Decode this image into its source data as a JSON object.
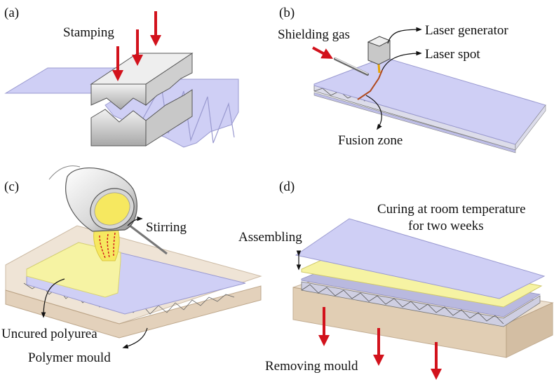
{
  "panels": {
    "a": {
      "tag": "(a)",
      "labels": {
        "stamping": "Stamping"
      }
    },
    "b": {
      "tag": "(b)",
      "labels": {
        "shielding_gas": "Shielding gas",
        "laser_generator": "Laser generator",
        "laser_spot": "Laser spot",
        "fusion_zone": "Fusion zone"
      }
    },
    "c": {
      "tag": "(c)",
      "labels": {
        "stirring": "Stirring",
        "uncured_polyurea": "Uncured polyurea",
        "polymer_mould": "Polymer mould"
      }
    },
    "d": {
      "tag": "(d)",
      "labels": {
        "curing_line1": "Curing at room temperature",
        "curing_line2": "for two weeks",
        "assembling": "Assembling",
        "removing_mould": "Removing mould"
      }
    }
  },
  "colors": {
    "sheet": "#cfcff5",
    "sheet_edge": "#9a9ad0",
    "arrow_red": "#d2121c",
    "die_gray": "#bdbdbd",
    "polyurea_yellow": "#f6f3a3",
    "mould_tan": "#d9c2a4"
  }
}
